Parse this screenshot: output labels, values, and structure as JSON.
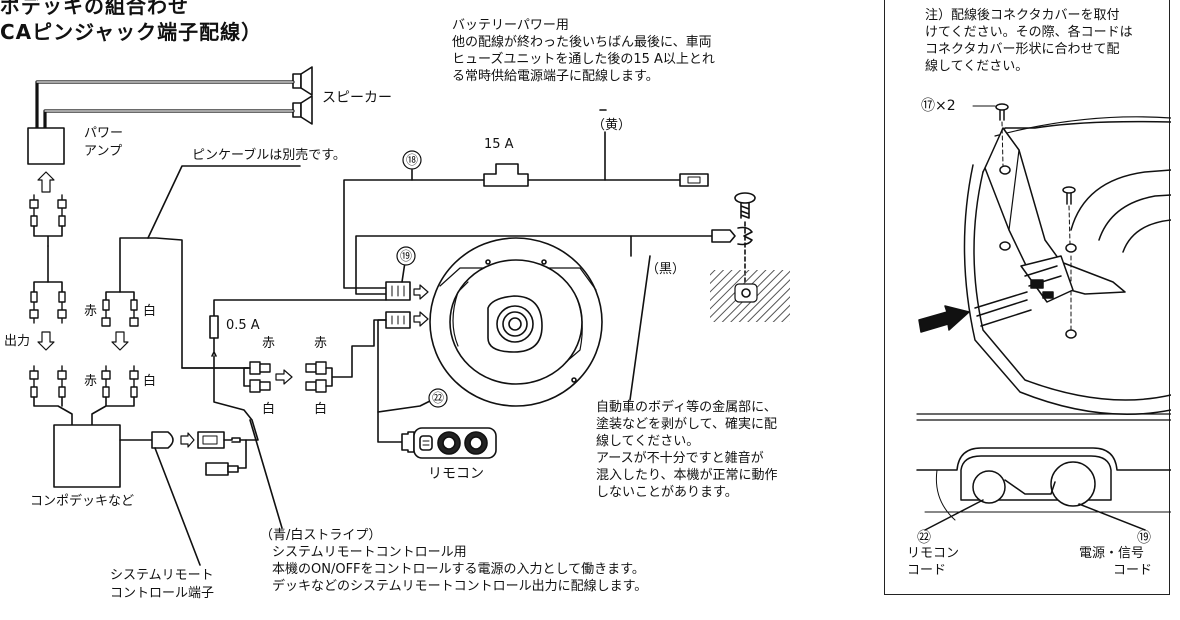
{
  "title": {
    "line1": "ポデッキの組合わせ",
    "line2": "CAピンジャック端子配線）"
  },
  "labels": {
    "speaker": "スピーカー",
    "power_amp_line1": "パワー",
    "power_amp_line2": "アンプ",
    "pin_cable_note": "ピンケーブルは別売です。",
    "red": "赤",
    "white": "白",
    "output": "出力",
    "fuse_15a": "15 A",
    "fuse_05a": "0.5 A",
    "yellow": "（黄）",
    "black": "（黒）",
    "callout_18": "⑱",
    "callout_19": "⑲",
    "callout_22": "㉒",
    "remote": "リモコン",
    "component_deck": "コンポデッキなど",
    "system_remote_terminal_line1": "システムリモート",
    "system_remote_terminal_line2": "コントロール端子"
  },
  "notes": {
    "battery": {
      "title": "バッテリーパワー用",
      "line1": "他の配線が終わった後いちばん最後に、車両",
      "line2": "ヒューズユニットを通した後の15 A以上とれ",
      "line3": "る常時供給電源端子に配線します。"
    },
    "ground": {
      "line1": "自動車のボディ等の金属部に、",
      "line2": "塗装などを剥がして、確実に配",
      "line3": "線してください。",
      "line4": "アースが不十分ですと雑音が",
      "line5": "混入したり、本機が正常に動作",
      "line6": "しないことがあります。"
    },
    "remote_wire": {
      "title": "（青/白ストライプ）",
      "line1": "システムリモートコントロール用",
      "line2": "本機のON/OFFをコントロールする電源の入力として働きます。",
      "line3": "デッキなどのシステムリモートコントロール出力に配線します。"
    }
  },
  "panel": {
    "note_line1": "注）配線後コネクタカバーを取付",
    "note_line2": "けてください。その際、各コードは",
    "note_line3": "コネクタカバー形状に合わせて配",
    "note_line4": "線してください。",
    "screw_label": "⑰×2",
    "label_22": "㉒",
    "label_19": "⑲",
    "remote_cord_line1": "リモコン",
    "remote_cord_line2": "コード",
    "power_cord_line1": "電源・信号",
    "power_cord_line2": "コード"
  }
}
